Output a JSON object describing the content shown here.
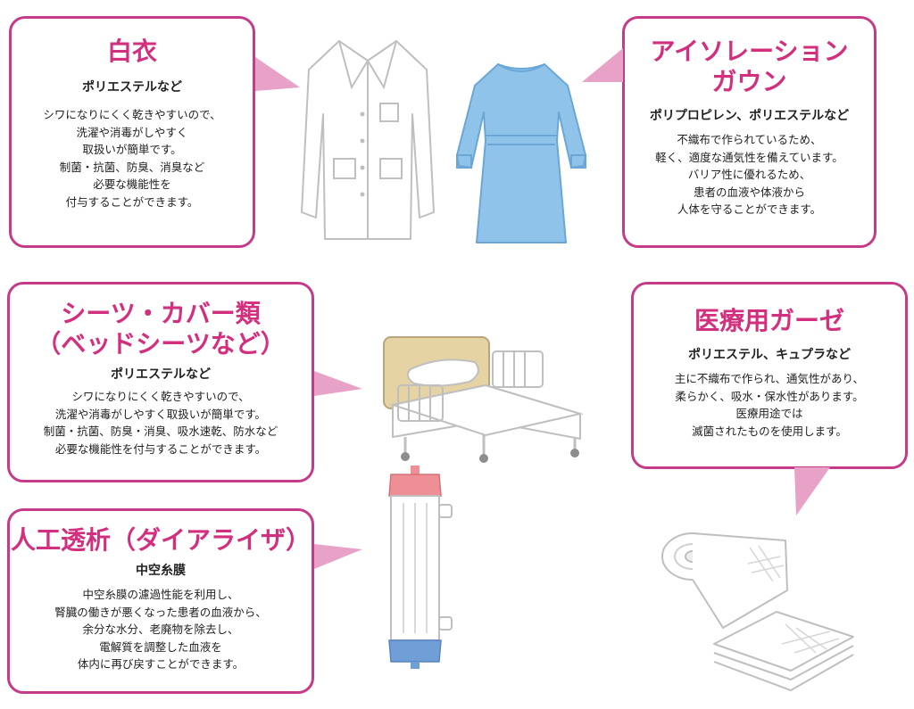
{
  "cards": [
    {
      "title": "白衣",
      "material": "ポリエステルなど",
      "desc": "シワになりにくく乾きやすいので、\n洗濯や消毒がしやすく\n取扱いが簡単です。\n制菌・抗菌、防臭、消臭など\n必要な機能性を\n付与することができます。"
    },
    {
      "title": "アイソレーション\nガウン",
      "material": "ポリプロピレン、ポリエステルなど",
      "desc": "不織布で作られているため、\n軽く、適度な通気性を備えています。\nバリア性に優れるため、\n患者の血液や体液から\n人体を守ることができます。"
    },
    {
      "title": "シーツ・カバー類\n（ベッドシーツなど）",
      "material": "ポリエステルなど",
      "desc": "シワになりにくく乾きやすいので、\n洗濯や消毒がしやすく取扱いが簡単です。\n制菌・抗菌、防臭・消臭、吸水速乾、防水など\n必要な機能性を付与することができます。"
    },
    {
      "title": "医療用ガーゼ",
      "material": "ポリエステル、キュプラなど",
      "desc": "主に不織布で作られ、通気性があり、\n柔らかく、吸水・保水性があります。\n医療用途では\n滅菌されたものを使用します。"
    },
    {
      "title": "人工透析（ダイアライザ）",
      "material": "中空糸膜",
      "desc": "中空糸膜の濾過性能を利用し、\n腎臓の働きが悪くなった患者の血液から、\n余分な水分、老廃物を除去し、\n電解質を調整した血液を\n体内に再び戻すことができます。"
    }
  ],
  "colors": {
    "border": "#c43b8a",
    "title": "#d2307e",
    "pointer": "#e8a2c8",
    "gown": "#8fc3ea",
    "bed_head": "#e6d3a4",
    "dialyzer_top": "#ee8f95",
    "dialyzer_bottom": "#6f9fd6"
  },
  "icons": [
    "lab-coat-icon",
    "isolation-gown-icon",
    "hospital-bed-icon",
    "dialyzer-icon",
    "gauze-roll-icon"
  ]
}
